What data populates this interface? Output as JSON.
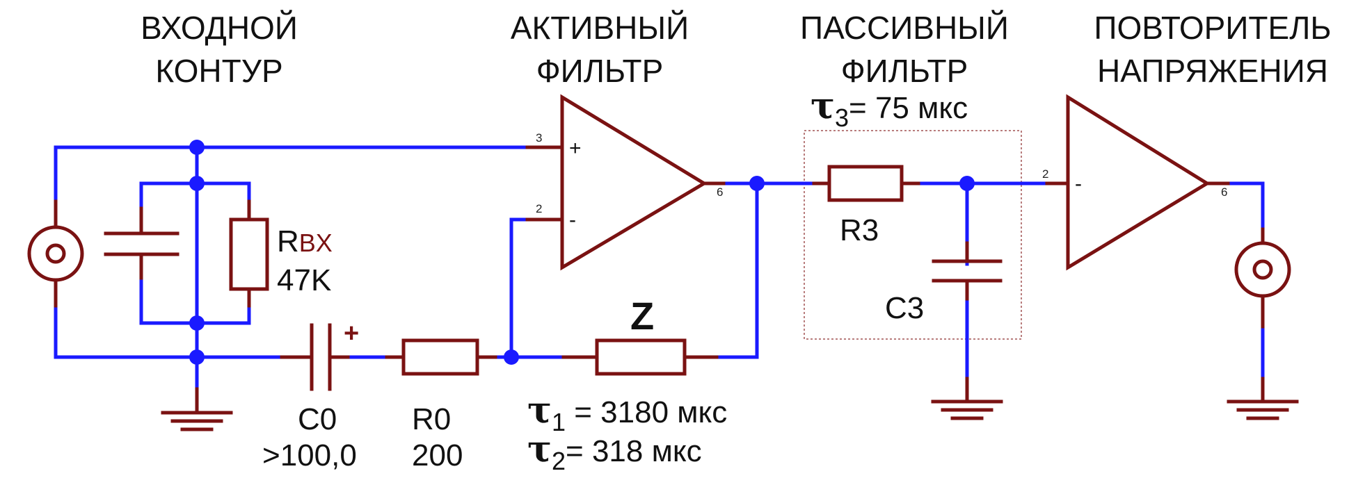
{
  "headers": {
    "input_circuit": [
      "ВХОДНОЙ",
      "КОНТУР"
    ],
    "active_filter": [
      "АКТИВНЫЙ",
      "ФИЛЬТР"
    ],
    "passive_filter": [
      "ПАССИВНЫЙ",
      "ФИЛЬТР"
    ],
    "voltage_follower": [
      "ПОВТОРИТЕЛЬ",
      "НАПРЯЖЕНИЯ"
    ]
  },
  "components": {
    "rin": {
      "letter": "R",
      "sub": "BX",
      "value": "47K"
    },
    "c0": {
      "name": "C0",
      "value": ">100,0",
      "polarity": "+"
    },
    "r0": {
      "name": "R0",
      "value": "200"
    },
    "z": {
      "name": "Z"
    },
    "r3": {
      "name": "R3"
    },
    "c3": {
      "name": "C3"
    }
  },
  "opamp1": {
    "pin_plus": "3",
    "pin_minus": "2",
    "pin_out": "6",
    "plus_sign": "+",
    "minus_sign": "-"
  },
  "opamp2": {
    "pin_minus": "2",
    "pin_out": "6",
    "minus_sign": "-"
  },
  "time_constants": {
    "tau1": {
      "symbol": "τ",
      "sub": "1",
      "text": " = 3180 мкс"
    },
    "tau2": {
      "symbol": "τ",
      "sub": "2",
      "text": "= 318 мкс"
    },
    "tau3": {
      "symbol": "τ",
      "sub": "3",
      "text": "= 75 мкс"
    }
  },
  "colors": {
    "wire": "#1a1aff",
    "component": "#7a1212",
    "text": "#111111"
  }
}
